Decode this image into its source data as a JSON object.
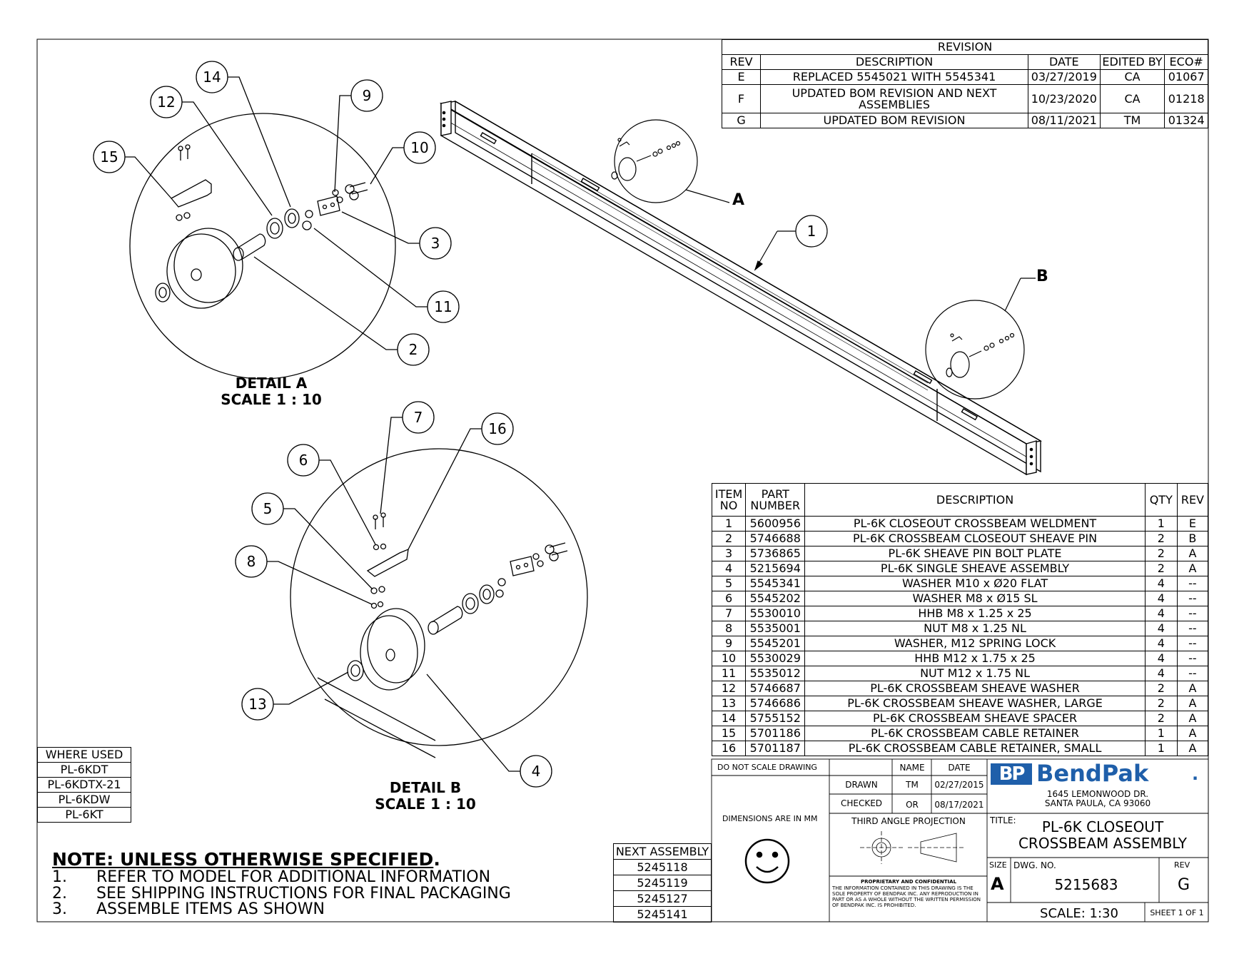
{
  "revision_table": {
    "title": "REVISION",
    "headers": [
      "REV",
      "DESCRIPTION",
      "DATE",
      "EDITED BY",
      "ECO#"
    ],
    "rows": [
      {
        "rev": "E",
        "description": "REPLACED 5545021 WITH 5545341",
        "date": "03/27/2019",
        "edited_by": "CA",
        "eco": "01067"
      },
      {
        "rev": "F",
        "description": "UPDATED BOM REVISION AND NEXT ASSEMBLIES",
        "date": "10/23/2020",
        "edited_by": "CA",
        "eco": "01218"
      },
      {
        "rev": "G",
        "description": "UPDATED BOM REVISION",
        "date": "08/11/2021",
        "edited_by": "TM",
        "eco": "01324"
      }
    ]
  },
  "bom_table": {
    "headers": {
      "item": "ITEM NO",
      "part": "PART NUMBER",
      "description": "DESCRIPTION",
      "qty": "QTY",
      "rev": "REV"
    },
    "rows": [
      {
        "item": "1",
        "part": "5600956",
        "description": "PL-6K CLOSEOUT CROSSBEAM WELDMENT",
        "qty": "1",
        "rev": "E"
      },
      {
        "item": "2",
        "part": "5746688",
        "description": "PL-6K CROSSBEAM CLOSEOUT SHEAVE PIN",
        "qty": "2",
        "rev": "B"
      },
      {
        "item": "3",
        "part": "5736865",
        "description": "PL-6K SHEAVE PIN BOLT PLATE",
        "qty": "2",
        "rev": "A"
      },
      {
        "item": "4",
        "part": "5215694",
        "description": "PL-6K SINGLE SHEAVE ASSEMBLY",
        "qty": "2",
        "rev": "A"
      },
      {
        "item": "5",
        "part": "5545341",
        "description": "WASHER M10 x Ø20 FLAT",
        "qty": "4",
        "rev": "--"
      },
      {
        "item": "6",
        "part": "5545202",
        "description": "WASHER M8 x Ø15 SL",
        "qty": "4",
        "rev": "--"
      },
      {
        "item": "7",
        "part": "5530010",
        "description": "HHB M8 x 1.25 x 25",
        "qty": "4",
        "rev": "--"
      },
      {
        "item": "8",
        "part": "5535001",
        "description": "NUT M8 x 1.25 NL",
        "qty": "4",
        "rev": "--"
      },
      {
        "item": "9",
        "part": "5545201",
        "description": "WASHER, M12 SPRING LOCK",
        "qty": "4",
        "rev": "--"
      },
      {
        "item": "10",
        "part": "5530029",
        "description": "HHB M12 x 1.75 x 25",
        "qty": "4",
        "rev": "--"
      },
      {
        "item": "11",
        "part": "5535012",
        "description": "NUT M12 x 1.75 NL",
        "qty": "4",
        "rev": "--"
      },
      {
        "item": "12",
        "part": "5746687",
        "description": "PL-6K CROSSBEAM SHEAVE WASHER",
        "qty": "2",
        "rev": "A"
      },
      {
        "item": "13",
        "part": "5746686",
        "description": "PL-6K CROSSBEAM SHEAVE WASHER, LARGE",
        "qty": "2",
        "rev": "A"
      },
      {
        "item": "14",
        "part": "5755152",
        "description": "PL-6K CROSSBEAM SHEAVE SPACER",
        "qty": "2",
        "rev": "A"
      },
      {
        "item": "15",
        "part": "5701186",
        "description": "PL-6K CROSSBEAM CABLE RETAINER",
        "qty": "1",
        "rev": "A"
      },
      {
        "item": "16",
        "part": "5701187",
        "description": "PL-6K CROSSBEAM CABLE RETAINER, SMALL",
        "qty": "1",
        "rev": "A"
      }
    ]
  },
  "where_used": {
    "title": "WHERE USED",
    "items": [
      "PL-6KDT",
      "PL-6KDTX-21",
      "PL-6KDW",
      "PL-6KT"
    ]
  },
  "next_assembly": {
    "title": "NEXT ASSEMBLY",
    "items": [
      "5245118",
      "5245119",
      "5245127",
      "5245141"
    ]
  },
  "notes": {
    "heading": "NOTE: UNLESS OTHERWISE SPECIFIED",
    "heading_suffix": ".",
    "items": [
      {
        "num": "1.",
        "text": "REFER TO MODEL FOR ADDITIONAL INFORMATION"
      },
      {
        "num": "2.",
        "text": "SEE SHIPPING INSTRUCTIONS FOR FINAL PACKAGING"
      },
      {
        "num": "3.",
        "text": "ASSEMBLE ITEMS AS SHOWN"
      }
    ]
  },
  "details": {
    "a_title": "DETAIL A",
    "a_scale": "SCALE 1 : 10",
    "b_title": "DETAIL B",
    "b_scale": "SCALE 1 : 10",
    "a_marker": "A",
    "b_marker": "B"
  },
  "balloons": {
    "main": [
      "1"
    ],
    "detail_a": [
      "14",
      "12",
      "9",
      "15",
      "10",
      "3",
      "11",
      "2"
    ],
    "detail_b": [
      "7",
      "16",
      "6",
      "5",
      "8",
      "13",
      "4"
    ]
  },
  "title_block": {
    "do_not_scale": "DO NOT SCALE DRAWING",
    "name_label": "NAME",
    "date_label": "DATE",
    "drawn_label": "DRAWN",
    "drawn_name": "TM",
    "drawn_date": "02/27/2015",
    "checked_label": "CHECKED",
    "checked_name": "OR",
    "checked_date": "08/17/2021",
    "dimensions_note": "DIMENSIONS ARE IN MM",
    "projection": "THIRD ANGLE PROJECTION",
    "proprietary_title": "PROPRIETARY AND CONFIDENTIAL",
    "proprietary_text": "THE INFORMATION CONTAINED IN THIS DRAWING IS THE SOLE PROPERTY OF BENDPAK INC. ANY REPRODUCTION IN PART OR AS A WHOLE WITHOUT THE WRITTEN PERMISSION OF BENDPAK INC. IS PROHIBITED.",
    "logo_mark": "BP",
    "logo_text": "BendPak",
    "logo_dot": ".",
    "address_line1": "1645 LEMONWOOD DR.",
    "address_line2": "SANTA PAULA, CA 93060",
    "title_label": "TITLE:",
    "title_line1": "PL-6K CLOSEOUT",
    "title_line2": "CROSSBEAM ASSEMBLY",
    "size_label": "SIZE",
    "size": "A",
    "dwg_no_label": "DWG.  NO.",
    "dwg_no": "5215683",
    "rev_label": "REV",
    "rev": "G",
    "scale": "SCALE: 1:30",
    "sheet": "SHEET 1 OF 1",
    "colors": {
      "logo_blue": "#1f5faa"
    }
  }
}
